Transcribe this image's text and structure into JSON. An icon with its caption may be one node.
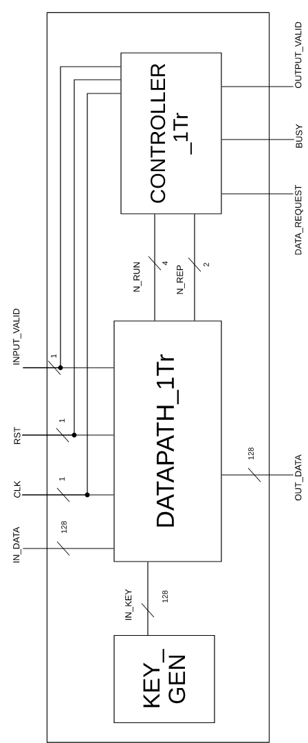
{
  "diagram": {
    "nodes": [
      {
        "text": [],
        "shape": "box"
      },
      {
        "text": [
          "CONTROLLER _1Tr"
        ],
        "in": 0
      },
      {
        "text": [
          "DATAPATH_1Tr"
        ],
        "in": 0
      },
      {
        "text": [
          "KEY_ GEN"
        ],
        "in": 0
      },
      {
        "text": [
          "INPUT_VALID"
        ]
      },
      {
        "text": [
          "RST"
        ]
      },
      {
        "text": [
          "CLK"
        ]
      },
      {
        "text": [
          "IN_DATA"
        ]
      },
      {
        "text": [
          "OUTPUT_VALID"
        ]
      },
      {
        "text": [
          "BUSY"
        ]
      },
      {
        "text": [
          "DATA_REQUEST"
        ]
      },
      {
        "text": [
          "OUT_DATA"
        ]
      }
    ],
    "edges": [
      {
        "from": 4,
        "to": 2,
        "arrow": "none",
        "label": "1"
      },
      {
        "from": 4,
        "to": 1,
        "arrow": "none"
      },
      {
        "from": 5,
        "to": 2,
        "arrow": "none",
        "label": "1"
      },
      {
        "from": 5,
        "to": 1,
        "arrow": "none"
      },
      {
        "from": 6,
        "to": 2,
        "arrow": "none",
        "label": "1"
      },
      {
        "from": 6,
        "to": 1,
        "arrow": "none"
      },
      {
        "from": 7,
        "to": 2,
        "arrow": "none",
        "label": "128"
      },
      {
        "from": 1,
        "to": 8,
        "arrow": "none"
      },
      {
        "from": 1,
        "to": 9,
        "arrow": "none"
      },
      {
        "from": 1,
        "to": 10,
        "arrow": "none"
      },
      {
        "from": 2,
        "to": 11,
        "arrow": "none",
        "label": "128"
      },
      {
        "from": 1,
        "to": 2,
        "arrow": "none",
        "label": "4"
      },
      {
        "from": 1,
        "to": 2,
        "arrow": "none",
        "label": "2"
      },
      {
        "from": 3,
        "to": 2,
        "arrow": "none",
        "label": "128"
      }
    ],
    "labels": [
      "N_RUN",
      "N_REP",
      "IN_KEY"
    ]
  }
}
